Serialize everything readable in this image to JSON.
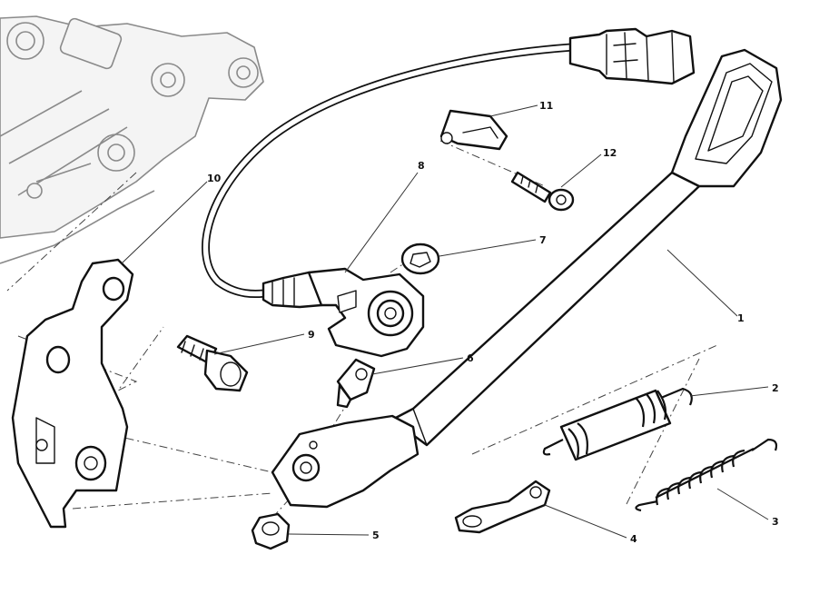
{
  "callouts": [
    {
      "id": "1",
      "part": "side-stand"
    },
    {
      "id": "2",
      "part": "inner-spring"
    },
    {
      "id": "3",
      "part": "outer-spring"
    },
    {
      "id": "4",
      "part": "spring-plate"
    },
    {
      "id": "5",
      "part": "nut"
    },
    {
      "id": "6",
      "part": "pivot-bolt"
    },
    {
      "id": "7",
      "part": "washer"
    },
    {
      "id": "8",
      "part": "side-stand-switch"
    },
    {
      "id": "9",
      "part": "bracket-screw"
    },
    {
      "id": "10",
      "part": "mounting-bracket"
    },
    {
      "id": "11",
      "part": "cable-clip"
    },
    {
      "id": "12",
      "part": "clip-screw"
    }
  ],
  "colors": {
    "line": "#111111",
    "ghost": "#8a8a8a",
    "background": "#ffffff"
  }
}
